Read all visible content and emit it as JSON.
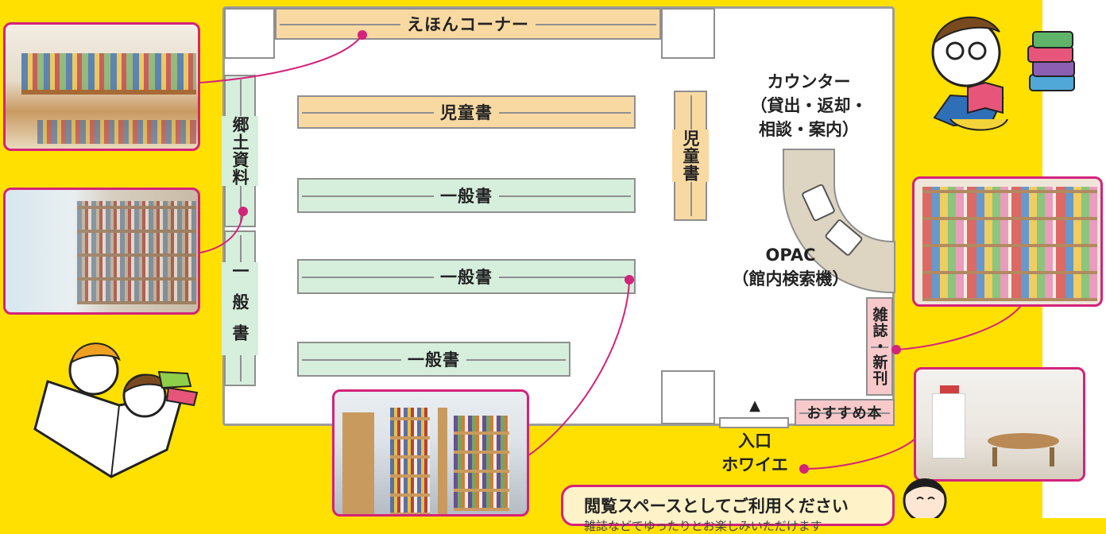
{
  "floor_plan": {
    "ehon_corner": "えほんコーナー",
    "kyodo_shiryo": "郷土資料",
    "ippan_left": "一般書",
    "jidou_row": "児童書",
    "ippan_row1": "一般書",
    "ippan_row2": "一般書",
    "ippan_row3": "一般書",
    "jidou_vertical": "児童書",
    "counter_line1": "カウンター",
    "counter_line2": "（貸出・返却・",
    "counter_line3": "相談・案内）",
    "opac_line1": "OPAC",
    "opac_line2": "（館内検索機）",
    "magazines": "雑誌・新刊",
    "recommended": "おすすめ本",
    "entrance_arrow": "▲",
    "entrance": "入口",
    "foyer": "ホワイエ"
  },
  "callout": {
    "main": "閲覧スペースとしてご利用ください",
    "sub": "雑誌などでゆったりとお楽しみいただけます"
  },
  "colors": {
    "background": "#ffe000",
    "accent_pink": "#d4237a",
    "shelf_orange": "#f9d9a2",
    "shelf_green": "#d6eedc",
    "shelf_pink": "#f7c9cb",
    "wall_gray": "#9c9c9c"
  },
  "icons": [
    "book-icon",
    "tablet-icon",
    "books-stack-icon",
    "child-reading-illustration",
    "staff-face-illustration"
  ]
}
